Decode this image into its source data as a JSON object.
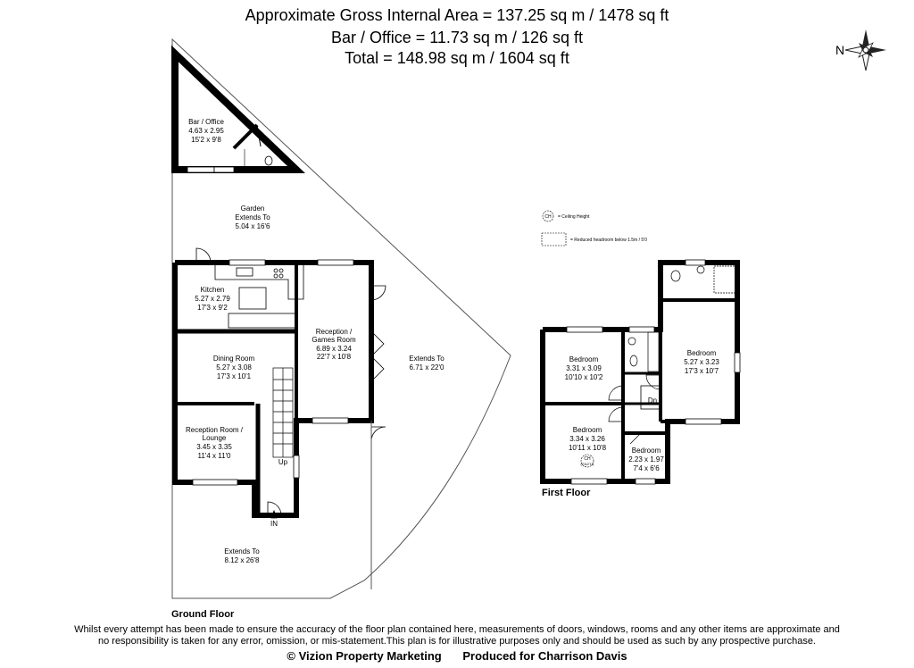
{
  "header": {
    "line1": "Approximate Gross Internal Area = 137.25 sq m / 1478 sq ft",
    "line2": "Bar / Office = 11.73 sq m / 126 sq ft",
    "line3": "Total = 148.98 sq m / 1604 sq ft"
  },
  "compass": {
    "letter": "N"
  },
  "legend": {
    "ceiling_symbol": "CH",
    "ceiling_text": "= Ceiling Height",
    "headroom_text": "= Reduced headroom below 1.5m / 5'0"
  },
  "ground_floor": {
    "label": "Ground Floor",
    "bar_office": {
      "name": "Bar / Office",
      "metric": "4.63 x 2.95",
      "imperial": "15'2 x 9'8"
    },
    "garden": {
      "name": "Garden",
      "line2": "Extends To",
      "line3": "5.04 x 16'6"
    },
    "kitchen": {
      "name": "Kitchen",
      "metric": "5.27 x 2.79",
      "imperial": "17'3 x 9'2"
    },
    "dining": {
      "name": "Dining Room",
      "metric": "5.27 x 3.08",
      "imperial": "17'3 x 10'1"
    },
    "reception_games": {
      "name1": "Reception /",
      "name2": "Games Room",
      "metric": "6.89 x 3.24",
      "imperial": "22'7 x 10'8"
    },
    "extends_right": {
      "name": "Extends To",
      "metric": "6.71 x 22'0"
    },
    "lounge": {
      "name1": "Reception Room /",
      "name2": "Lounge",
      "metric": "3.45 x 3.35",
      "imperial": "11'4 x 11'0"
    },
    "extends_front": {
      "name": "Extends To",
      "metric": "8.12 x 26'8"
    },
    "up": "Up",
    "in": "IN"
  },
  "first_floor": {
    "label": "First Floor",
    "bedroom_front": {
      "name": "Bedroom",
      "metric": "3.31 x 3.09",
      "imperial": "10'10 x 10'2"
    },
    "bedroom_rear": {
      "name": "Bedroom",
      "metric": "3.34 x 3.26",
      "imperial": "10'11 x 10'8"
    },
    "ch_badge": "CH",
    "ch_value": "(2'4x2'11)",
    "bedroom_small": {
      "name": "Bedroom",
      "metric": "2.23 x 1.97",
      "imperial": "7'4 x 6'6"
    },
    "bedroom_master": {
      "name": "Bedroom",
      "metric": "5.27 x 3.23",
      "imperial": "17'3 x 10'7"
    },
    "dn": "Dn"
  },
  "footer": {
    "disclaimer1": "Whilst every attempt has been made to ensure the accuracy of the floor plan contained here, measurements of doors, windows, rooms and any other items are approximate and",
    "disclaimer2": "no responsibility is taken for any error, omission, or mis-statement.This plan is for illustrative purposes only and should be used as such by any prospective purchase.",
    "copyright": "© Vizion Property Marketing",
    "produced": "Produced for Charrison Davis"
  }
}
